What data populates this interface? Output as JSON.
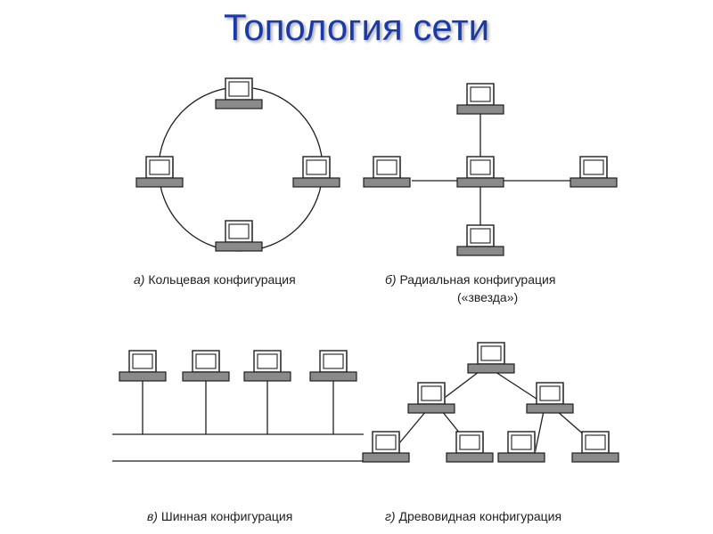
{
  "title": "Топология сети",
  "captions": {
    "ring": {
      "letter": "а)",
      "text": "Кольцевая конфигурация"
    },
    "star": {
      "letter": "б)",
      "text": "Радиальная конфигурация",
      "line2": "(«звезда»)"
    },
    "bus": {
      "letter": "в)",
      "text": "Шинная конфигурация"
    },
    "tree": {
      "letter": "г)",
      "text": "Древовидная конфигурация"
    }
  },
  "colors": {
    "title": "#1a3aa8",
    "line": "#1e1e1e",
    "monitor_fill": "#ffffff",
    "keyboard_fill": "#8a8a8a"
  },
  "icons": [
    "computer-icon"
  ]
}
